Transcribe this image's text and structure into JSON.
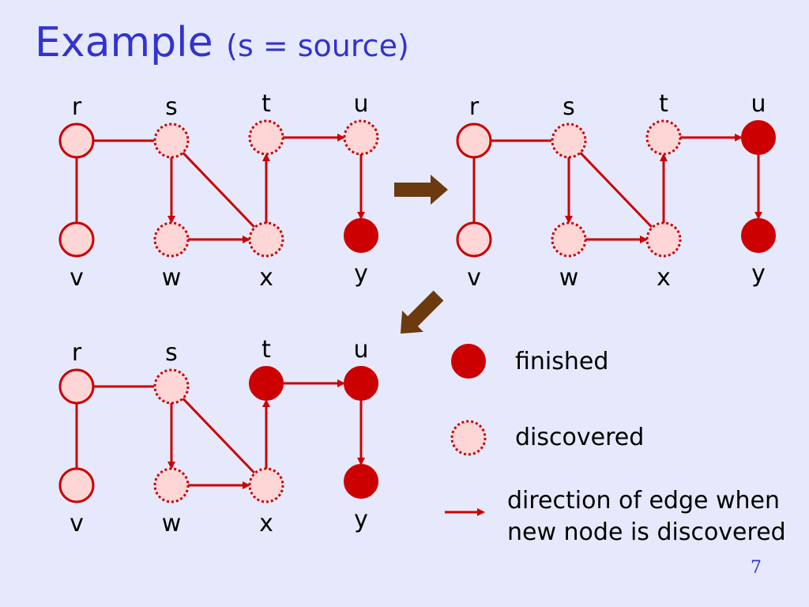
{
  "slide": {
    "title_main": "Example",
    "title_paren": "(s = source)",
    "page_number": "7"
  },
  "graph": {
    "nodes": [
      "r",
      "s",
      "t",
      "u",
      "v",
      "w",
      "x",
      "y"
    ],
    "edges": [
      {
        "from": "r",
        "to": "s",
        "directed": false
      },
      {
        "from": "r",
        "to": "v",
        "directed": false
      },
      {
        "from": "s",
        "to": "w",
        "directed": true
      },
      {
        "from": "s",
        "to": "x",
        "directed": false
      },
      {
        "from": "w",
        "to": "x",
        "directed": true
      },
      {
        "from": "x",
        "to": "t",
        "directed": true
      },
      {
        "from": "t",
        "to": "u",
        "directed": true
      },
      {
        "from": "u",
        "to": "y",
        "directed": true
      }
    ]
  },
  "states": [
    {
      "name": "state-1",
      "r": "undiscovered",
      "s": "discovered",
      "t": "discovered",
      "u": "discovered",
      "v": "undiscovered",
      "w": "discovered",
      "x": "discovered",
      "y": "finished"
    },
    {
      "name": "state-2",
      "r": "undiscovered",
      "s": "discovered",
      "t": "discovered",
      "u": "finished",
      "v": "undiscovered",
      "w": "discovered",
      "x": "discovered",
      "y": "finished"
    },
    {
      "name": "state-3",
      "r": "undiscovered",
      "s": "discovered",
      "t": "finished",
      "u": "finished",
      "v": "undiscovered",
      "w": "discovered",
      "x": "discovered",
      "y": "finished"
    }
  ],
  "transition_arrows": [
    "right-arrow",
    "down-left-arrow"
  ],
  "legend": {
    "finished": "finished",
    "discovered": "discovered",
    "edge_line1": "direction of edge when",
    "edge_line2": "new node is discovered"
  },
  "colors": {
    "background": "#e6e9fb",
    "title": "#3333cc",
    "edge": "#cc0000",
    "node_fill": "#ffd6d6",
    "finished_fill": "#cc0000",
    "transition_arrow": "#6b3a0e"
  }
}
